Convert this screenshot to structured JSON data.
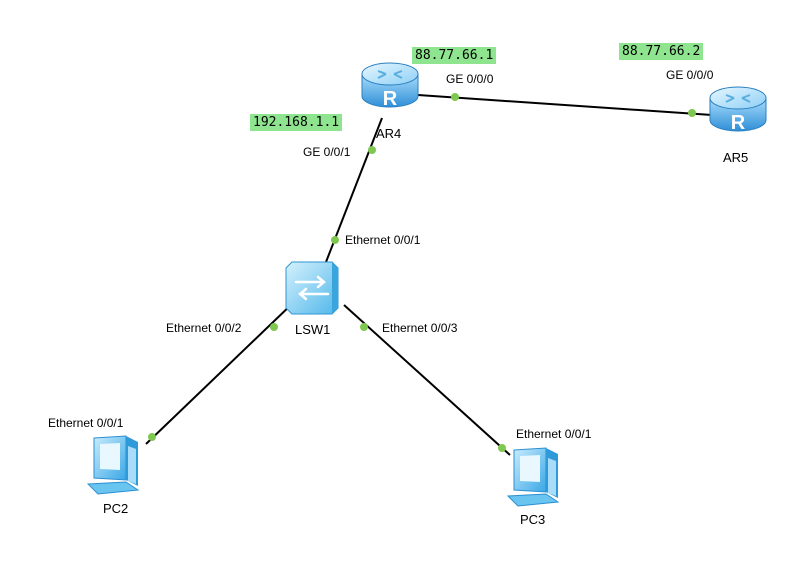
{
  "colors": {
    "link": "#000000",
    "port_dot": "#7ec850",
    "ip_highlight": "#8fe58f",
    "router_body": "#3ea0e6",
    "switch_body": "#5cc3f0",
    "pc_body": "#4ab4ec"
  },
  "devices": {
    "ar4": {
      "label": "AR4",
      "icon": "router-icon"
    },
    "ar5": {
      "label": "AR5",
      "icon": "router-icon"
    },
    "lsw1": {
      "label": "LSW1",
      "icon": "switch-icon"
    },
    "pc2": {
      "label": "PC2",
      "icon": "pc-icon"
    },
    "pc3": {
      "label": "PC3",
      "icon": "pc-icon"
    }
  },
  "ports": {
    "ar4_ge000": "GE 0/0/0",
    "ar5_ge000": "GE 0/0/0",
    "ar4_ge001": "GE 0/0/1",
    "lsw1_eth001": "Ethernet 0/0/1",
    "lsw1_eth002": "Ethernet 0/0/2",
    "lsw1_eth003": "Ethernet 0/0/3",
    "pc2_eth001": "Ethernet 0/0/1",
    "pc3_eth001": "Ethernet 0/0/1"
  },
  "ip_labels": {
    "ar4_ge000": "88.77.66.1",
    "ar5_ge000": "88.77.66.2",
    "ar4_ge001": "192.168.1.1"
  }
}
